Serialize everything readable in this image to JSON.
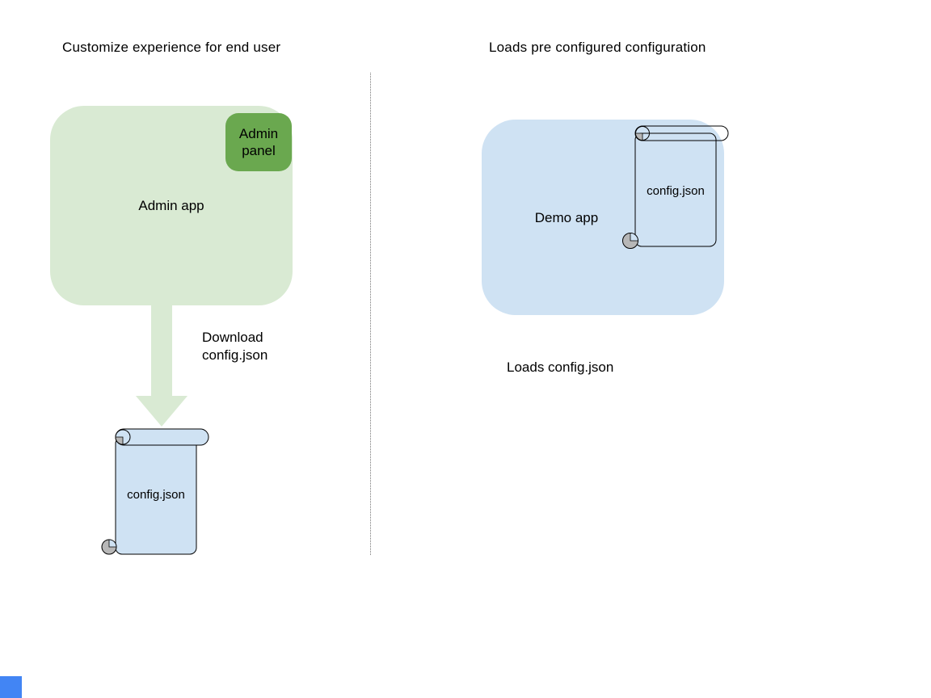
{
  "colors": {
    "background": "#ffffff",
    "light_green": "#d9ead3",
    "dark_green": "#6aa84f",
    "light_blue": "#cfe2f3",
    "curl_gray": "#b7b7b7",
    "outline": "#000000",
    "divider_gray": "#777777",
    "corner_blue": "#4285f4"
  },
  "left_panel": {
    "heading": "Customize experience for end user",
    "admin_app_label": "Admin app",
    "admin_panel_label": "Admin panel",
    "download_caption": "Download\nconfig.json",
    "config_file_label": "config.json"
  },
  "right_panel": {
    "heading": "Loads pre configured configuration",
    "demo_app_label": "Demo app",
    "config_file_label": "config.json",
    "loads_caption": "Loads config.json"
  }
}
